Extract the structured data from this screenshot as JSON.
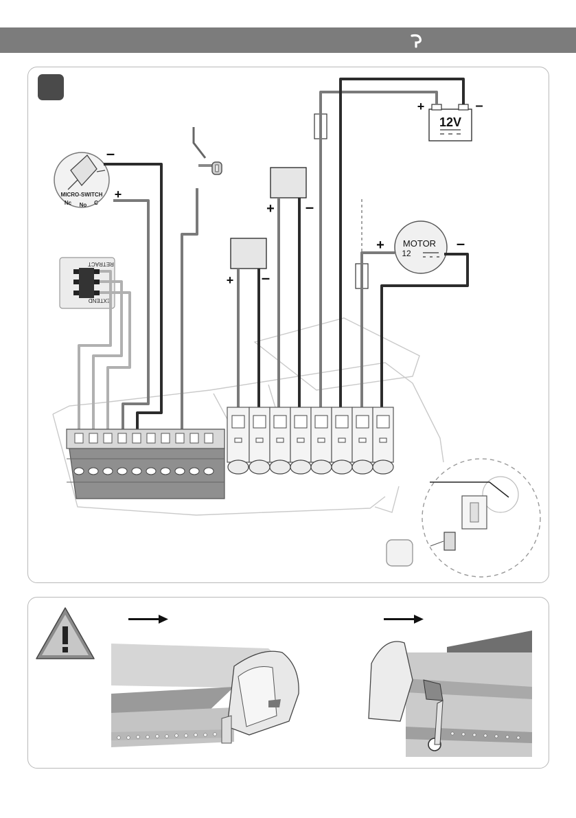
{
  "colors": {
    "header": "#7c7c7c",
    "wire_dark": "#2c2c2c",
    "wire_mid": "#7a7a7a",
    "wire_light": "#b0b0b0",
    "badge": "#4a4a4a"
  },
  "micro_switch": {
    "label": "MICRO-SWITCH",
    "nc": "Nc",
    "no": "No",
    "c": "C",
    "minus": "–",
    "plus": "+"
  },
  "control_switch": {
    "retract": "RETRACT",
    "extend": "EXTEND"
  },
  "battery": {
    "label": "12V",
    "plus": "+",
    "minus": "–"
  },
  "motor": {
    "label": "MOTOR",
    "voltage": "12",
    "plus": "+",
    "minus": "–"
  },
  "box_upper": {
    "plus": "+",
    "minus": "–"
  },
  "box_lower": {
    "plus": "+",
    "minus": "–"
  },
  "icons": [
    "brand-logo-icon",
    "key-icon",
    "warning-triangle-icon",
    "arrow-right-icon"
  ]
}
